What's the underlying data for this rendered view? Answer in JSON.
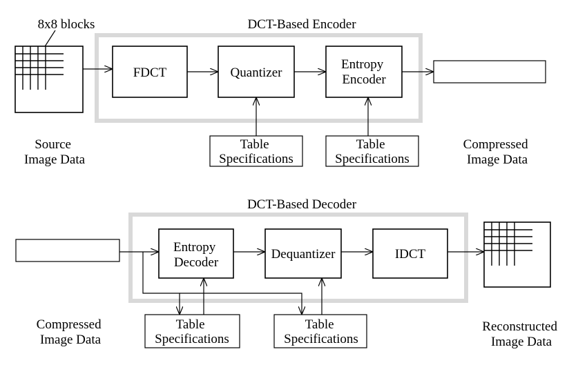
{
  "encoder": {
    "title": "DCT-Based Encoder",
    "blocks_label": "8x8 blocks",
    "source_label": [
      "Source",
      "Image Data"
    ],
    "fdct_label": "FDCT",
    "quantizer_label": "Quantizer",
    "entropy_encoder_label": [
      "Entropy",
      "Encoder"
    ],
    "table_spec_1": [
      "Table",
      "Specifications"
    ],
    "table_spec_2": [
      "Table",
      "Specifications"
    ],
    "compressed_label": [
      "Compressed",
      "Image Data"
    ]
  },
  "decoder": {
    "title": "DCT-Based Decoder",
    "compressed_label": [
      "Compressed",
      "Image Data"
    ],
    "entropy_decoder_label": [
      "Entropy",
      "Decoder"
    ],
    "dequantizer_label": "Dequantizer",
    "idct_label": "IDCT",
    "table_spec_1": [
      "Table",
      "Specifications"
    ],
    "table_spec_2": [
      "Table",
      "Specifications"
    ],
    "reconstructed_label": [
      "Reconstructed",
      "Image Data"
    ]
  }
}
